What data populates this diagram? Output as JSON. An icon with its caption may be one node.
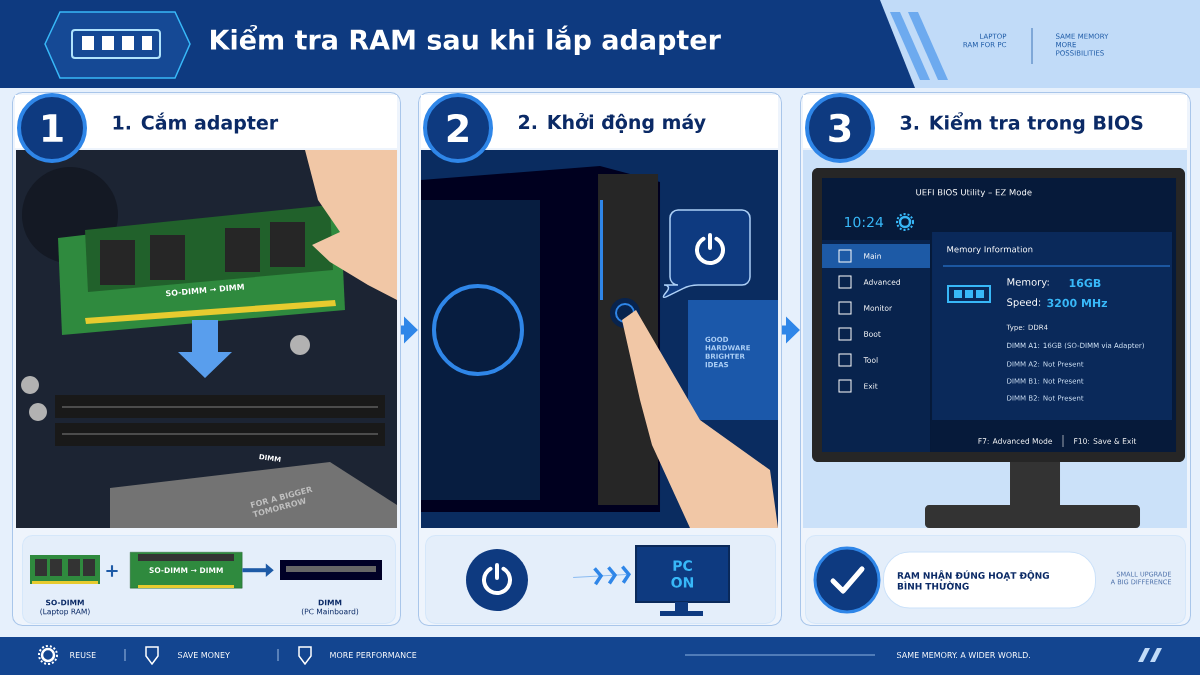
{
  "diagram": {
    "title": "Kiểm tra RAM sau khi lắp adapter",
    "nodes": [
      {
        "text": [
          "1. Cắm adapter"
        ]
      },
      {
        "text": [
          "1"
        ],
        "in": 0
      },
      {
        "text": [],
        "shape": "box",
        "in": 0
      },
      {
        "text": [
          "SO-DIMM",
          "(Laptop RAM)"
        ],
        "in": 2
      },
      {
        "text": [
          "SO-DIMM → DIMM"
        ],
        "in": 2
      },
      {
        "text": [
          "DIMM",
          "(PC Mainboard)"
        ],
        "in": 2
      },
      {
        "text": [
          "2. Khởi động máy"
        ]
      },
      {
        "text": [
          "2"
        ],
        "in": 6
      },
      {
        "text": [],
        "shape": "box",
        "in": 6
      },
      {
        "text": [],
        "shape": "circle",
        "in": 8
      },
      {
        "text": [
          "PC ON"
        ],
        "in": 8
      },
      {
        "text": [
          "3. Kiểm tra trong BIOS"
        ]
      },
      {
        "text": [
          "3"
        ],
        "in": 11
      },
      {
        "text": [],
        "shape": "box",
        "in": 11
      },
      {
        "text": [],
        "shape": "circle",
        "in": 13
      },
      {
        "text": [
          "RAM NHẬN ĐÚNG HOẠT ĐỘNG BÌNH THƯỜNG"
        ],
        "in": 13
      }
    ],
    "edges": [
      {
        "from": 0,
        "to": 6,
        "arrow": "to",
        "style": "thick"
      },
      {
        "from": 6,
        "to": 11,
        "arrow": "to",
        "style": "thick"
      },
      {
        "from": 4,
        "to": 5,
        "arrow": "to"
      },
      {
        "from": 9,
        "to": 10,
        "arrow": "to"
      }
    ],
    "labels": [
      "LAPTOP RAM FOR PC",
      "SAME MEMORY MORE POSSIBILITIES",
      "SO-DIMM → DIMM",
      "DIMM",
      "FOR A BIGGER TOMORROW",
      "+",
      "GOOD HARDWARE BRIGHTER IDEAS",
      "UEFI BIOS Utility – EZ Mode",
      "10:24",
      "Main",
      "Advanced",
      "Monitor",
      "Boot",
      "Tool",
      "Exit",
      "Memory Information",
      "Memory:",
      "16GB",
      "Speed:",
      "3200 MHz",
      "Type: DDR4",
      "DIMM A1: 16GB (SO-DIMM via Adapter)",
      "DIMM A2: Not Present",
      "DIMM B1: Not Present",
      "DIMM B2: Not Present",
      "F7: Advanced Mode",
      "F10: Save & Exit",
      "SMALL UPGRADE A BIG DIFFERENCE",
      "REUSE",
      "SAVE MONEY",
      "MORE PERFORMANCE",
      "SAME MEMORY. A WIDER WORLD."
    ]
  }
}
